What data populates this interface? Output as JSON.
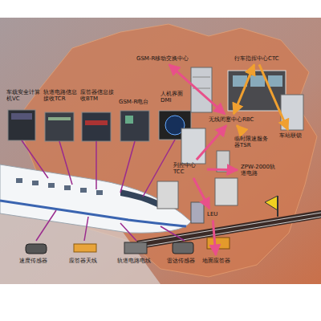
{
  "diagram": {
    "nodes": [
      {
        "text": [
          "GSM-R移动交换中心"
        ]
      },
      {
        "text": [
          "行车指挥中心CTC"
        ]
      },
      {
        "text": [
          "无线闭塞中心RBC"
        ]
      },
      {
        "text": [
          "车站联锁"
        ]
      },
      {
        "text": [
          "临时限速服务器TSR"
        ]
      },
      {
        "text": [
          "ZPW-2000轨道电路"
        ]
      },
      {
        "text": [
          "列控中心TCC"
        ]
      },
      {
        "text": [
          "LEU"
        ]
      },
      {
        "text": [
          "地面应答器"
        ]
      }
    ],
    "edges": [
      {
        "from": 0,
        "to": 2,
        "arrow": "both"
      },
      {
        "from": 2,
        "to": 1,
        "arrow": "both"
      },
      {
        "from": 1,
        "to": 3,
        "arrow": "to"
      },
      {
        "from": 4,
        "to": 2,
        "arrow": "to"
      },
      {
        "from": 6,
        "to": 2,
        "arrow": "to"
      },
      {
        "from": 6,
        "to": 5,
        "arrow": "to"
      },
      {
        "from": 6,
        "to": 7,
        "arrow": "to"
      },
      {
        "from": 7,
        "to": 8,
        "arrow": "to"
      }
    ],
    "labels": [
      "车载安全计算机VC",
      "轨道电路信息接收TCR",
      "应答器信息接收BTM",
      "GSM-R电台",
      "人机界面DMI",
      "速度传感器",
      "应答器天线",
      "轨道电路电线",
      "雷达传感器"
    ]
  }
}
